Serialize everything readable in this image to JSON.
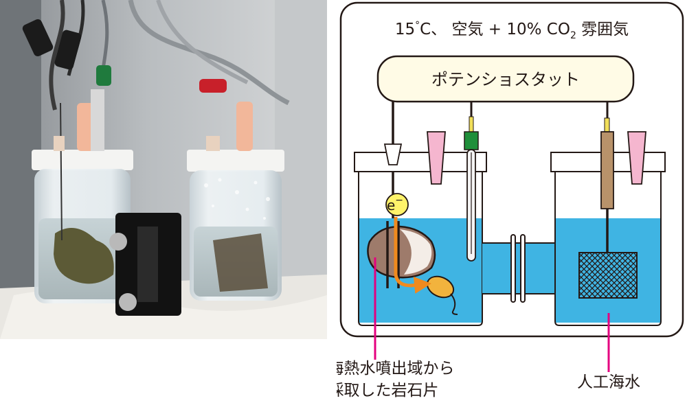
{
  "atmosphere": {
    "prefix": "15",
    "degree": "°",
    "unit": "C、 空気 + 10% CO",
    "subscript": "2",
    "suffix": " 雰囲気"
  },
  "potentiostat_label": "ポテンショスタット",
  "electron_label": "e",
  "electron_sup": "−",
  "rock_label": {
    "line1": "深海熱水噴出域から",
    "line2": "採取した岩石片"
  },
  "seawater_label": "人工海水",
  "colors": {
    "water": "#3fb4e3",
    "rock": "#9e7b6b",
    "arrow": "#f08a1e",
    "microbe": "#f2b33d",
    "pointer": "#e4007f",
    "pink_tube": "#f5b6cf",
    "ref_electrode": "#1f8f3a",
    "counter_electrode": "#b8926a",
    "potentiostat_fill": "#fffbe6"
  }
}
